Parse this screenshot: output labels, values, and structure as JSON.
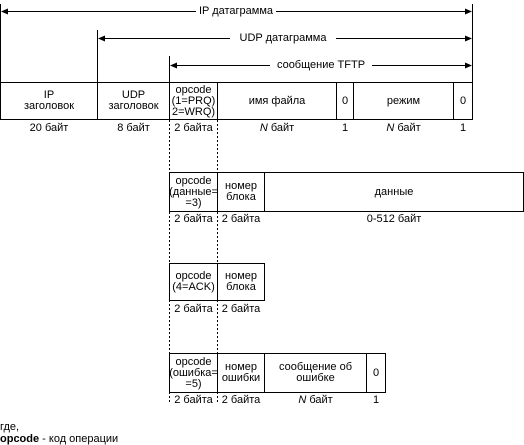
{
  "spans": {
    "ip": "IP датаграмма",
    "udp": "UDP датаграмма",
    "tftp": "сообщение TFTP"
  },
  "packet1": {
    "fields": {
      "ip_header": "IP заголовок",
      "udp_header": "UDP заголовок",
      "opcode": "opcode (1=PRQ) 2=WRQ)",
      "filename": "имя файла",
      "zero1": "0",
      "mode": "режим",
      "zero2": "0"
    },
    "sizes": {
      "ip_header": "20 байт",
      "udp_header": "8 байт",
      "opcode": "2 байта",
      "filename_n": "N",
      "filename_unit": "байт",
      "zero1": "1",
      "mode_n": "N",
      "mode_unit": "байт",
      "zero2": "1"
    }
  },
  "packet2": {
    "fields": {
      "opcode": "opcode (данные= =3)",
      "block": "номер блока",
      "data": "данные"
    },
    "sizes": {
      "opcode": "2 байта",
      "block": "2 байта",
      "data": "0-512 байт"
    }
  },
  "packet3": {
    "fields": {
      "opcode": "opcode (4=ACK)",
      "block": "номер блока"
    },
    "sizes": {
      "opcode": "2 байта",
      "block": "2 байта"
    }
  },
  "packet4": {
    "fields": {
      "opcode": "opcode (ошибка= =5)",
      "errnum": "номер ошибки",
      "errmsg": "сообщение об ошибке",
      "zero": "0"
    },
    "sizes": {
      "opcode": "2 байта",
      "errnum": "2 байта",
      "errmsg_n": "N",
      "errmsg_unit": "байт",
      "zero": "1"
    }
  },
  "legend": {
    "where": "где,",
    "term": "opcode",
    "definition": " - код операции"
  }
}
